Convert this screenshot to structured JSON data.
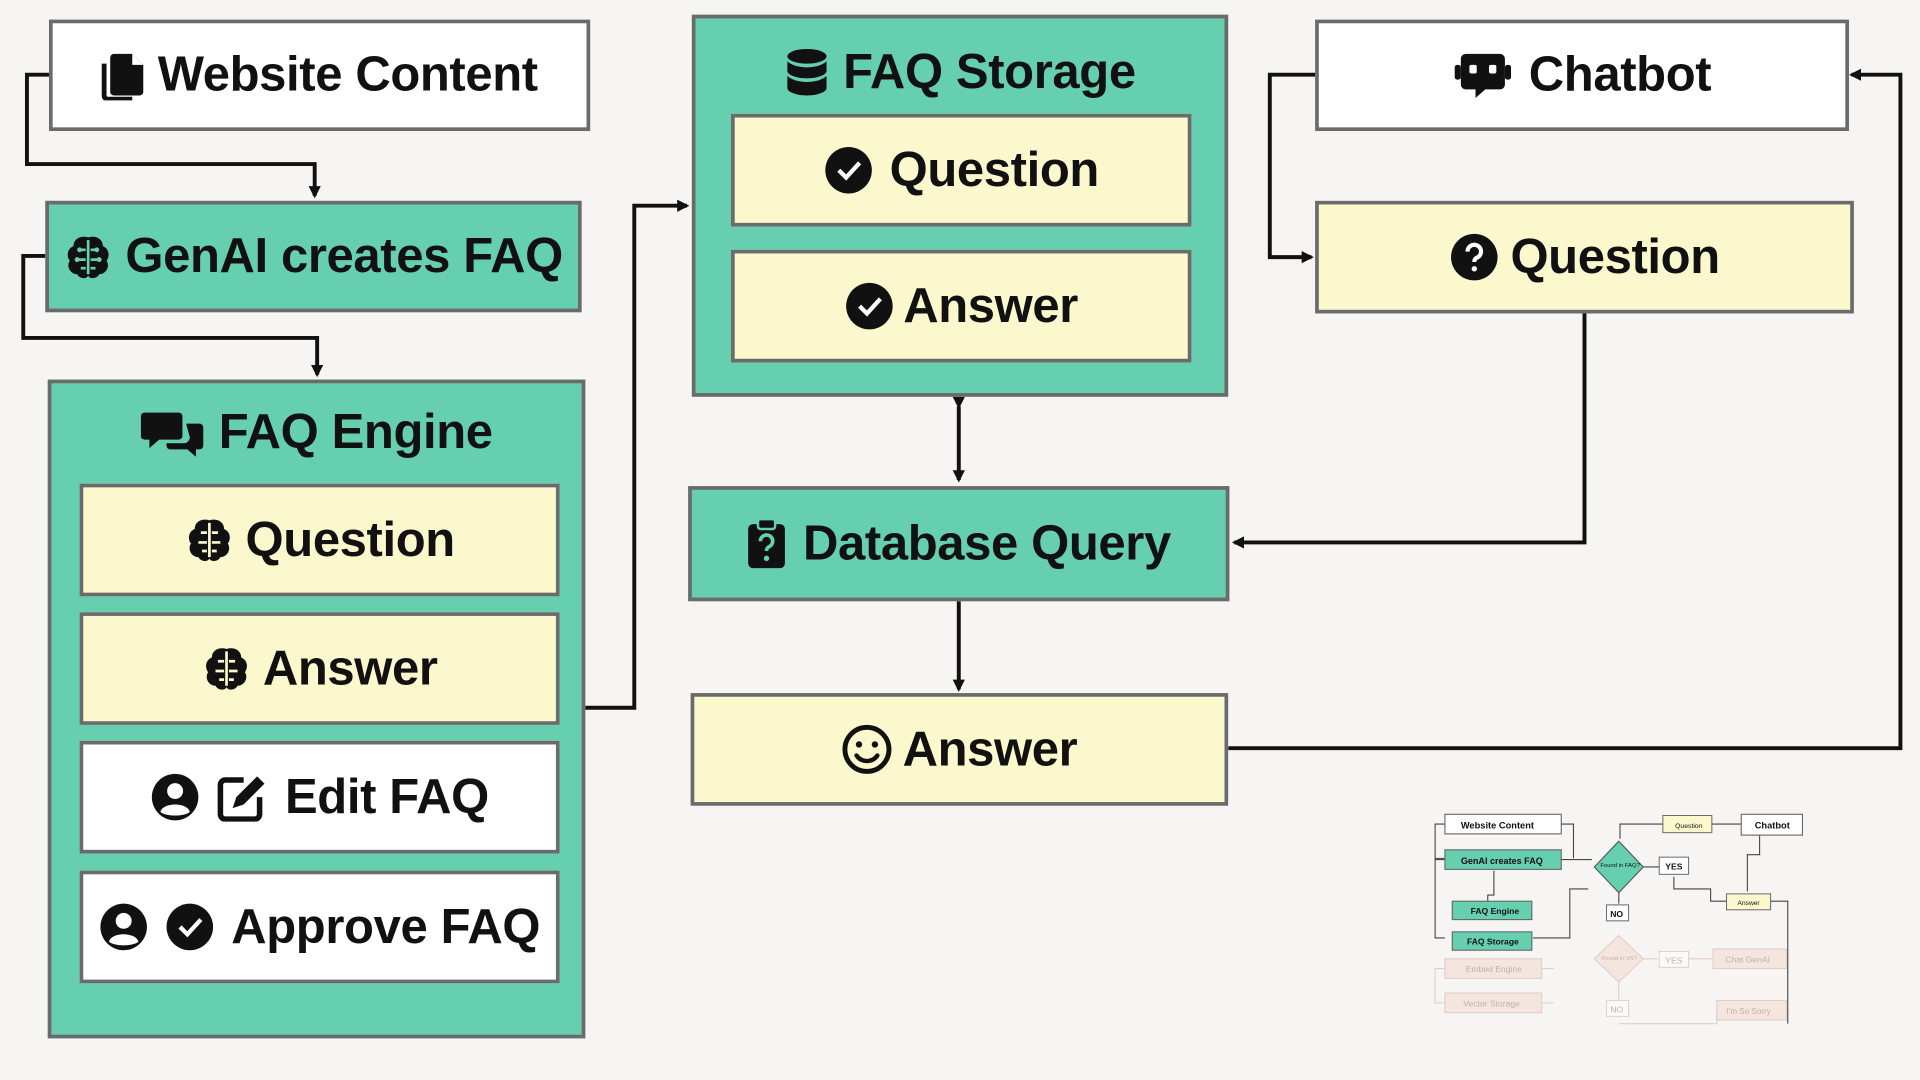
{
  "colors": {
    "background": "#f6f5f3",
    "green": "#66cfb0",
    "yellow": "#fbf8cd",
    "white": "#ffffff",
    "border": "#6b6b6b",
    "line": "#111111"
  },
  "nodes": {
    "website_content": {
      "label": "Website Content",
      "icon": "documents-icon"
    },
    "genai_creates_faq": {
      "label": "GenAI creates FAQ",
      "icon": "brain-icon"
    },
    "faq_engine": {
      "label": "FAQ Engine",
      "icon": "comments-icon",
      "question": {
        "label": "Question",
        "icon": "brain-icon"
      },
      "answer": {
        "label": "Answer",
        "icon": "brain-icon"
      },
      "edit_faq": {
        "label": "Edit FAQ",
        "icons": [
          "user-icon",
          "edit-icon"
        ]
      },
      "approve_faq": {
        "label": "Approve FAQ",
        "icons": [
          "user-icon",
          "check-circle-icon"
        ]
      }
    },
    "faq_storage": {
      "label": "FAQ Storage",
      "icon": "database-icon",
      "question": {
        "label": "Question",
        "icon": "check-circle-icon"
      },
      "answer": {
        "label": "Answer",
        "icon": "check-circle-icon"
      }
    },
    "database_query": {
      "label": "Database Query",
      "icon": "clipboard-question-icon"
    },
    "answer_out": {
      "label": "Answer",
      "icon": "smile-icon"
    },
    "chatbot": {
      "label": "Chatbot",
      "icon": "robot-icon"
    },
    "chatbot_question": {
      "label": "Question",
      "icon": "question-circle-icon"
    }
  },
  "thumbnail": {
    "labels": {
      "website_content": "Website Content",
      "genai_creates_faq": "GenAI creates FAQ",
      "faq_engine": "FAQ Engine",
      "faq_storage": "FAQ Storage",
      "embed_engine": "Embed Engine",
      "vector_storage": "Vector Storage",
      "found_in_faq": "Found in FAQ?",
      "found_in_vs": "Found in VS?",
      "yes": "YES",
      "no": "NO",
      "question": "Question",
      "chatbot": "Chatbot",
      "answer": "Answer",
      "chat_genai": "Chat GenAI",
      "im_so_sorry": "I'm So Sorry"
    }
  }
}
